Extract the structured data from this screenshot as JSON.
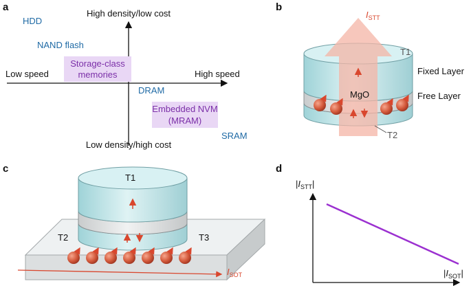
{
  "colors": {
    "memory_blue": "#1f6aa5",
    "highlight_purple": "#7b2fa8",
    "highlight_box": "#e9d7f5",
    "current_red": "#d9472e",
    "current_arrow": "#f4b4a6",
    "cylinder_fill": "#bfe3e6",
    "line_purple": "#9b30d0"
  },
  "panel_a": {
    "label": "a",
    "axis_top": "High density/low cost",
    "axis_bottom": "Low density/high cost",
    "axis_left": "Low speed",
    "axis_right": "High speed",
    "items": {
      "hdd": "HDD",
      "nand": "NAND flash",
      "storage_class_line1": "Storage-class",
      "storage_class_line2": "memories",
      "dram": "DRAM",
      "embedded_line1": "Embedded NVM",
      "embedded_line2": "(MRAM)",
      "sram": "SRAM"
    }
  },
  "panel_b": {
    "label": "b",
    "current_main": "I",
    "current_sub": "STT",
    "t1": "T1",
    "t2": "T2",
    "mgo": "MgO",
    "fixed_layer": "Fixed Layer",
    "free_layer": "Free Layer"
  },
  "panel_c": {
    "label": "c",
    "t1": "T1",
    "t2": "T2",
    "t3": "T3",
    "current_main": "I",
    "current_sub": "SOT"
  },
  "panel_d": {
    "label": "d",
    "y_axis_pre": "|",
    "y_axis_main": "I",
    "y_axis_sub": "STT",
    "y_axis_post": "|",
    "x_axis_pre": "|",
    "x_axis_main": "I",
    "x_axis_sub": "SOT",
    "x_axis_post": "|"
  }
}
